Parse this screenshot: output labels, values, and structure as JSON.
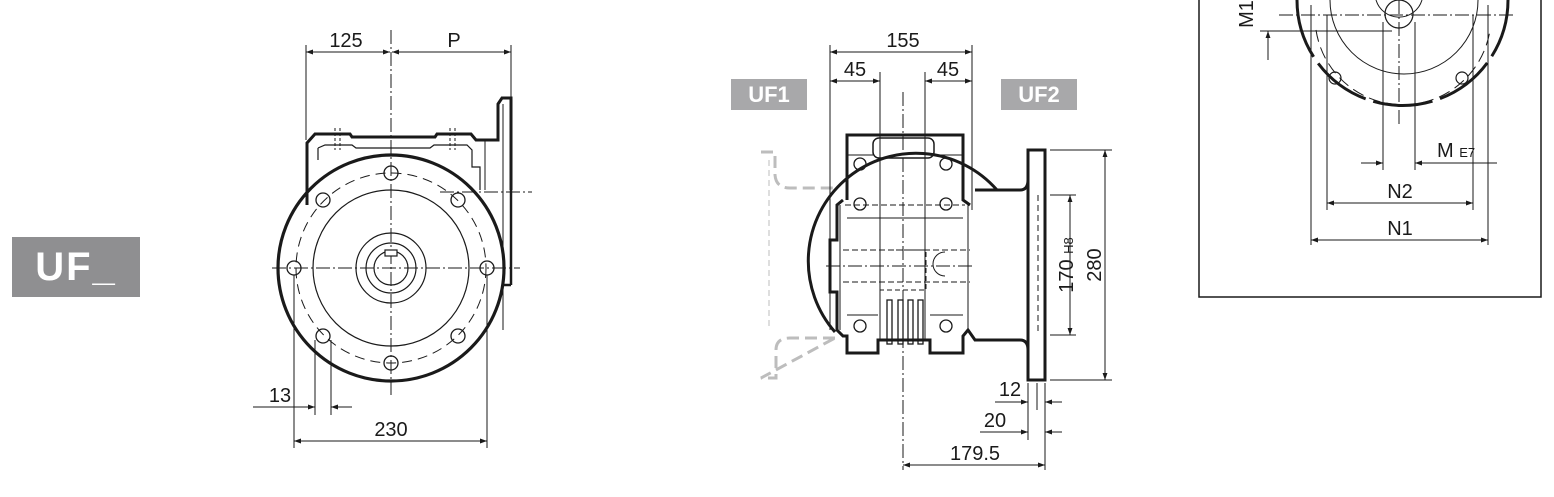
{
  "labels": {
    "main_tag": "UF_",
    "variant_left": "UF1",
    "variant_right": "UF2"
  },
  "front_view": {
    "dim_top_left": "125",
    "dim_top_right": "P",
    "dim_hole": "13",
    "dim_bolt_circle": "230"
  },
  "side_view": {
    "dim_overall_width": "155",
    "dim_left_offset": "45",
    "dim_right_offset": "45",
    "dim_pilot_diameter": "170",
    "dim_pilot_tolerance": "H8",
    "dim_flange_diameter": "280",
    "dim_flange_thickness": "12",
    "dim_flange_total": "20",
    "dim_axis_to_face": "179.5"
  },
  "detail_view": {
    "dim_m1": "M1",
    "dim_m": "M",
    "dim_m_tolerance": "E7",
    "dim_n2": "N2",
    "dim_n1": "N1"
  },
  "colors": {
    "tag_gray": "#8f8f91",
    "line": "#1a1a1a",
    "ghost_outline": "#bdbdbd"
  }
}
